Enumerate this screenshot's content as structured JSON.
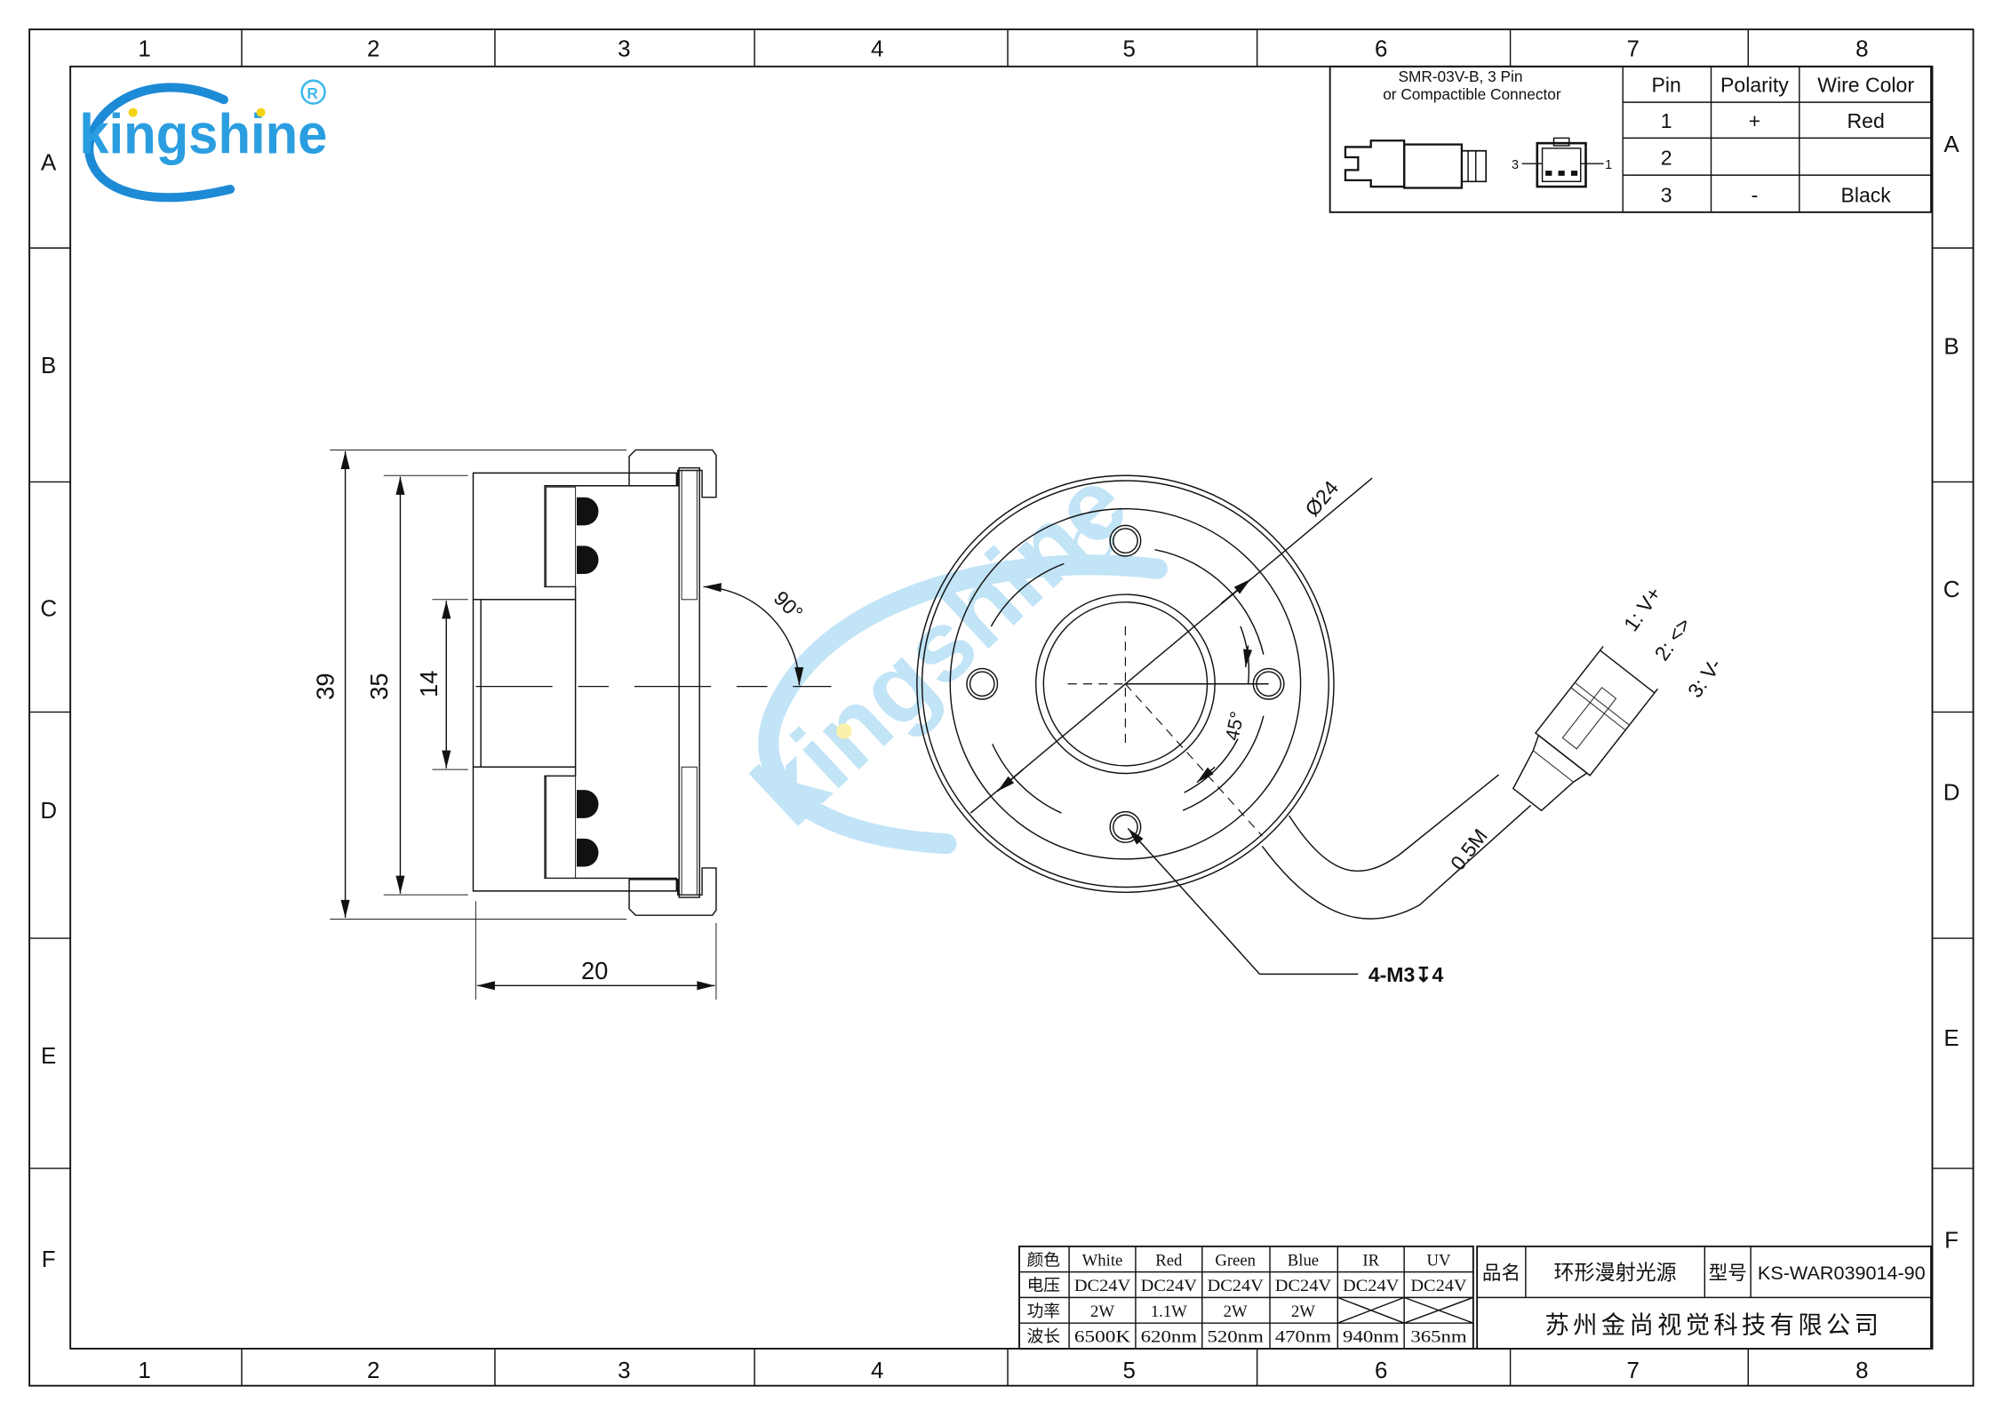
{
  "border": {
    "columns": [
      "1",
      "2",
      "3",
      "4",
      "5",
      "6",
      "7",
      "8"
    ],
    "rows": [
      "A",
      "B",
      "C",
      "D",
      "E",
      "F"
    ]
  },
  "logo": {
    "text": "kingshine",
    "mark": "®"
  },
  "connector": {
    "title_line1": "SMR-03V-B, 3 Pin",
    "title_line2": "or Compactible Connector",
    "pin_left": "3",
    "pin_right": "1",
    "headers": [
      "Pin",
      "Polarity",
      "Wire Color"
    ],
    "rows": [
      [
        "1",
        "+",
        "Red"
      ],
      [
        "2",
        "",
        ""
      ],
      [
        "3",
        "-",
        "Black"
      ]
    ]
  },
  "side_view": {
    "dim_39": "39",
    "dim_35": "35",
    "dim_14": "14",
    "dim_20": "20",
    "angle": "90°"
  },
  "front_view": {
    "diameter": "Ø24",
    "angle": "45°",
    "holes": "4-M3↧4",
    "cable_length": "0.5M",
    "pins": [
      "1: V+",
      "2: <>",
      "3: V-"
    ]
  },
  "spec_table": {
    "row_labels": [
      "颜色",
      "电压",
      "功率",
      "波长"
    ],
    "columns": [
      {
        "color": "White",
        "voltage": "DC24V",
        "power": "2W",
        "wavelength": "6500K"
      },
      {
        "color": "Red",
        "voltage": "DC24V",
        "power": "1.1W",
        "wavelength": "620nm"
      },
      {
        "color": "Green",
        "voltage": "DC24V",
        "power": "2W",
        "wavelength": "520nm"
      },
      {
        "color": "Blue",
        "voltage": "DC24V",
        "power": "2W",
        "wavelength": "470nm"
      },
      {
        "color": "IR",
        "voltage": "DC24V",
        "power": "",
        "wavelength": "940nm"
      },
      {
        "color": "UV",
        "voltage": "DC24V",
        "power": "",
        "wavelength": "365nm"
      }
    ]
  },
  "title_block": {
    "name_label": "品名",
    "name": "环形漫射光源",
    "model_label": "型号",
    "model": "KS-WAR039014-90",
    "company": "苏州金尚视觉科技有限公司"
  },
  "colors": {
    "brand_blue": "#1d8ad6",
    "brand_light": "#3fb8ec",
    "dot_yellow": "#f5d210",
    "line": "#111111"
  }
}
